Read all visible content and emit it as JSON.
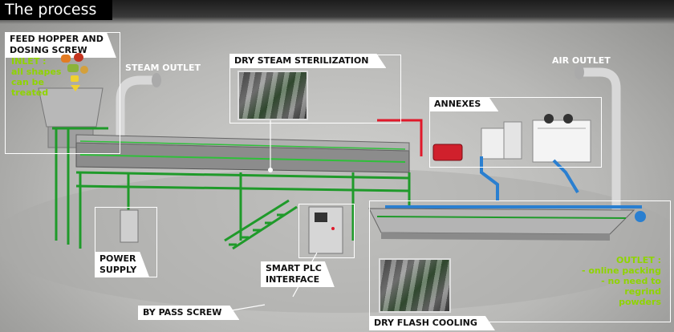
{
  "header": {
    "title": "The process"
  },
  "callouts": {
    "feed_hopper": {
      "title_line1": "FEED HOPPER AND",
      "title_line2": "DOSING SCREW"
    },
    "inlet": {
      "line1": "INLET :",
      "line2": "all shapes",
      "line3": "can be",
      "line4": "treated"
    },
    "steam_outlet": "STEAM OUTLET",
    "dry_steam": "DRY STEAM STERILIZATION",
    "air_outlet": "AIR OUTLET",
    "annexes": "ANNEXES",
    "power_supply": {
      "line1": "POWER",
      "line2": "SUPPLY"
    },
    "smart_plc": {
      "line1": "SMART PLC",
      "line2": "INTERFACE"
    },
    "by_pass": "BY PASS SCREW",
    "outlet": {
      "line1": "OUTLET :",
      "line2": "- online packing",
      "line3": "- no need to regrind",
      "line4": "powders"
    },
    "dry_flash": "DRY FLASH COOLING"
  },
  "colors": {
    "frame_green": "#1f9a2a",
    "pipe_red": "#e0192a",
    "pipe_blue": "#2a7fd0",
    "accent_green_text": "#8fd400"
  }
}
